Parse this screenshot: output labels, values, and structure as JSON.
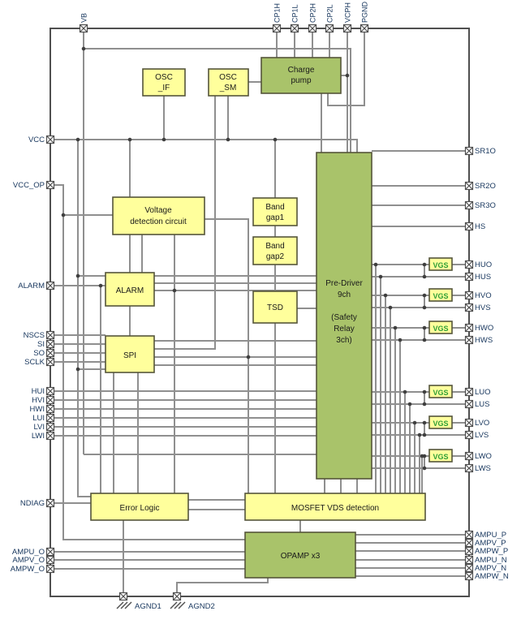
{
  "diagram": {
    "pins": {
      "top": [
        "VB",
        "CP1H",
        "CP1L",
        "CP2H",
        "CP2L",
        "VCPH",
        "PGND"
      ],
      "left": [
        "VCC",
        "VCC_OP",
        "ALARM",
        "NSCS",
        "SI",
        "SO",
        "SCLK",
        "HUI",
        "HVI",
        "HWI",
        "LUI",
        "LVI",
        "LWI",
        "NDIAG",
        "AMPU_O",
        "AMPV_O",
        "AMPW_O"
      ],
      "right": [
        "SR1O",
        "SR2O",
        "SR3O",
        "HS",
        "HUO",
        "HUS",
        "HVO",
        "HVS",
        "HWO",
        "HWS",
        "LUO",
        "LUS",
        "LVO",
        "LVS",
        "LWO",
        "LWS",
        "AMPU_P",
        "AMPV_P",
        "AMPW_P",
        "AMPU_N",
        "AMPV_N",
        "AMPW_N"
      ],
      "bottom": [
        "AGND1",
        "AGND2"
      ]
    },
    "blocks": {
      "osc_if": {
        "lines": [
          "OSC",
          "_IF"
        ]
      },
      "osc_sm": {
        "lines": [
          "OSC",
          "_SM"
        ]
      },
      "charge_pump": {
        "lines": [
          "Charge",
          "pump"
        ]
      },
      "voltage_detection": {
        "lines": [
          "Voltage",
          "detection circuit"
        ]
      },
      "band_gap1": {
        "lines": [
          "Band",
          "gap1"
        ]
      },
      "band_gap2": {
        "lines": [
          "Band",
          "gap2"
        ]
      },
      "alarm": {
        "label": "ALARM"
      },
      "tsd": {
        "label": "TSD"
      },
      "spi": {
        "label": "SPI"
      },
      "pre_driver": {
        "lines": [
          "Pre-Driver",
          "9ch",
          "(Safety",
          "Relay",
          "3ch)"
        ]
      },
      "vgs": {
        "label": "VGS"
      },
      "error_logic": {
        "label": "Error Logic"
      },
      "mosfet_vds": {
        "label": "MOSFET VDS detection"
      },
      "opamp": {
        "label": "OPAMP x3"
      }
    },
    "colors": {
      "block_yellow": "#ffff9c",
      "block_green": "#a9c36a",
      "outline": "#4f4f4f",
      "wire": "#8f8f8f",
      "pin_label": "#17365d",
      "vgs_label": "#2e9e36"
    }
  }
}
